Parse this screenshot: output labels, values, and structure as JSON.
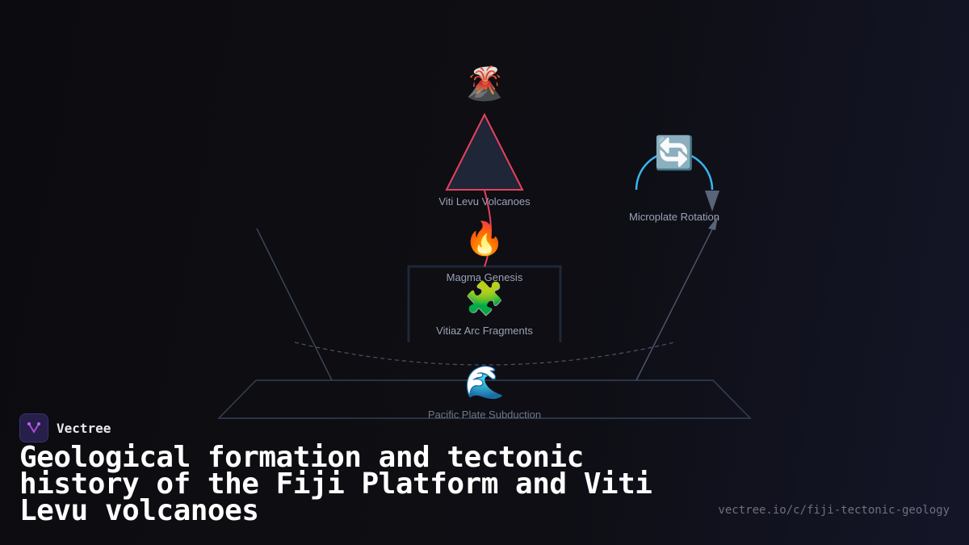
{
  "nodes": {
    "volcanoes": {
      "label": "Viti Levu Volcanoes",
      "icon": "🌋"
    },
    "rotation": {
      "label": "Microplate Rotation",
      "icon": "🔄"
    },
    "magma": {
      "label": "Magma Genesis",
      "icon": "🔥"
    },
    "fragments": {
      "label": "Vitiaz Arc Fragments",
      "icon": "🧩"
    },
    "subduction": {
      "label": "Pacific Plate Subduction",
      "icon": "🌊"
    }
  },
  "brand": {
    "name": "Vectree"
  },
  "title": "Geological formation and tectonic history of the Fiji Platform and Viti Levu volcanoes",
  "url": "vectree.io/c/fiji-tectonic-geology",
  "colors": {
    "volcano_stroke": "#e8405e",
    "rotation_arc": "#38b6f0",
    "line": "#3b4558"
  }
}
